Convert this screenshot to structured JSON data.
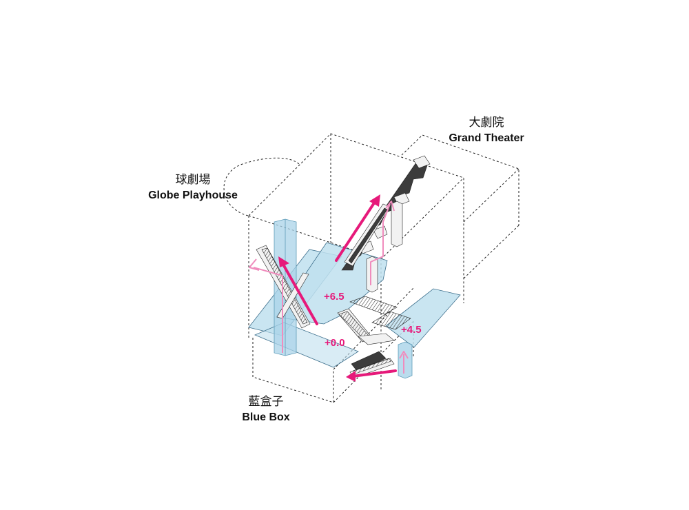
{
  "labels": {
    "grand_theater_zh": "大劇院",
    "grand_theater_en": "Grand Theater",
    "globe_playhouse_zh": "球劇場",
    "globe_playhouse_en": "Globe Playhouse",
    "blue_box_zh": "藍盒子",
    "blue_box_en": "Blue Box"
  },
  "levels": {
    "upper": "+6.5",
    "middle": "+4.5",
    "ground": "+0.0"
  },
  "colors": {
    "arrow": "#e6197a",
    "arrow_light": "#f08cbd",
    "plate": "#bfe0ef",
    "shaft": "#a9d3e8",
    "text": "#111111"
  }
}
